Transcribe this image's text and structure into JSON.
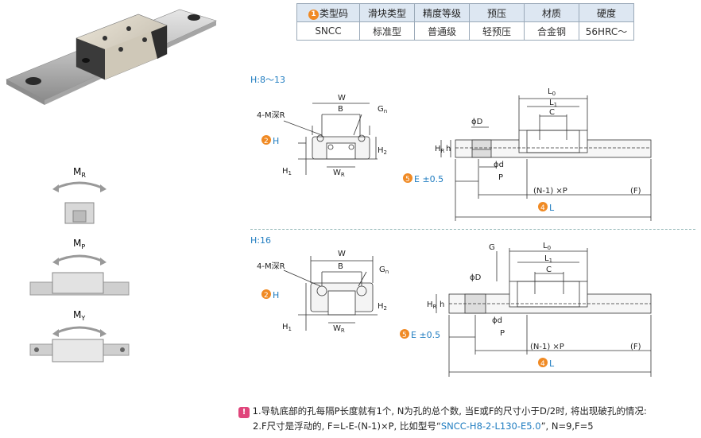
{
  "spec_table": {
    "headers": [
      "类型码",
      "滑块类型",
      "精度等级",
      "预压",
      "材质",
      "硬度"
    ],
    "header_num": "1",
    "values": [
      "SNCC",
      "标准型",
      "普通级",
      "轻预压",
      "合金钢",
      "56HRC～"
    ]
  },
  "sections": [
    {
      "title": "H:8～13"
    },
    {
      "title": "H:16"
    }
  ],
  "moment_labels": {
    "mr": "M",
    "mr_sub": "R",
    "mp": "M",
    "mp_sub": "P",
    "my": "M",
    "my_sub": "Y"
  },
  "dims": {
    "W": "W",
    "B": "B",
    "Gn": "G",
    "Gn_sub": "n",
    "M": "4-M深R",
    "H": "H",
    "H1": "H",
    "H1_sub": "1",
    "H2": "H",
    "H2_sub": "2",
    "WR": "W",
    "WR_sub": "R",
    "L0": "L",
    "L0_sub": "0",
    "L1": "L",
    "L1_sub": "1",
    "C": "C",
    "phiD": "ϕD",
    "phid": "ϕd",
    "h": "h",
    "hR": "H",
    "hR_sub": "R",
    "P": "P",
    "E": "E ±0.5",
    "NP": "(N-1) ×P",
    "F": "(F)",
    "L": "L",
    "G": "G",
    "num_H": "2",
    "num_E": "5",
    "num_L": "4"
  },
  "notes": {
    "badge": "!",
    "line1": "1.导轨底部的孔每隔P长度就有1个, N为孔的总个数, 当E或F的尺寸小于D/2时, 将出现破孔的情况:",
    "line2_a": "2.F尺寸是浮动的, F=L-E-(N-1)×P, 比如型号“",
    "line2_code": "SNCC-H8-2-L130-E5.0",
    "line2_b": "”, N=9,F=5"
  }
}
